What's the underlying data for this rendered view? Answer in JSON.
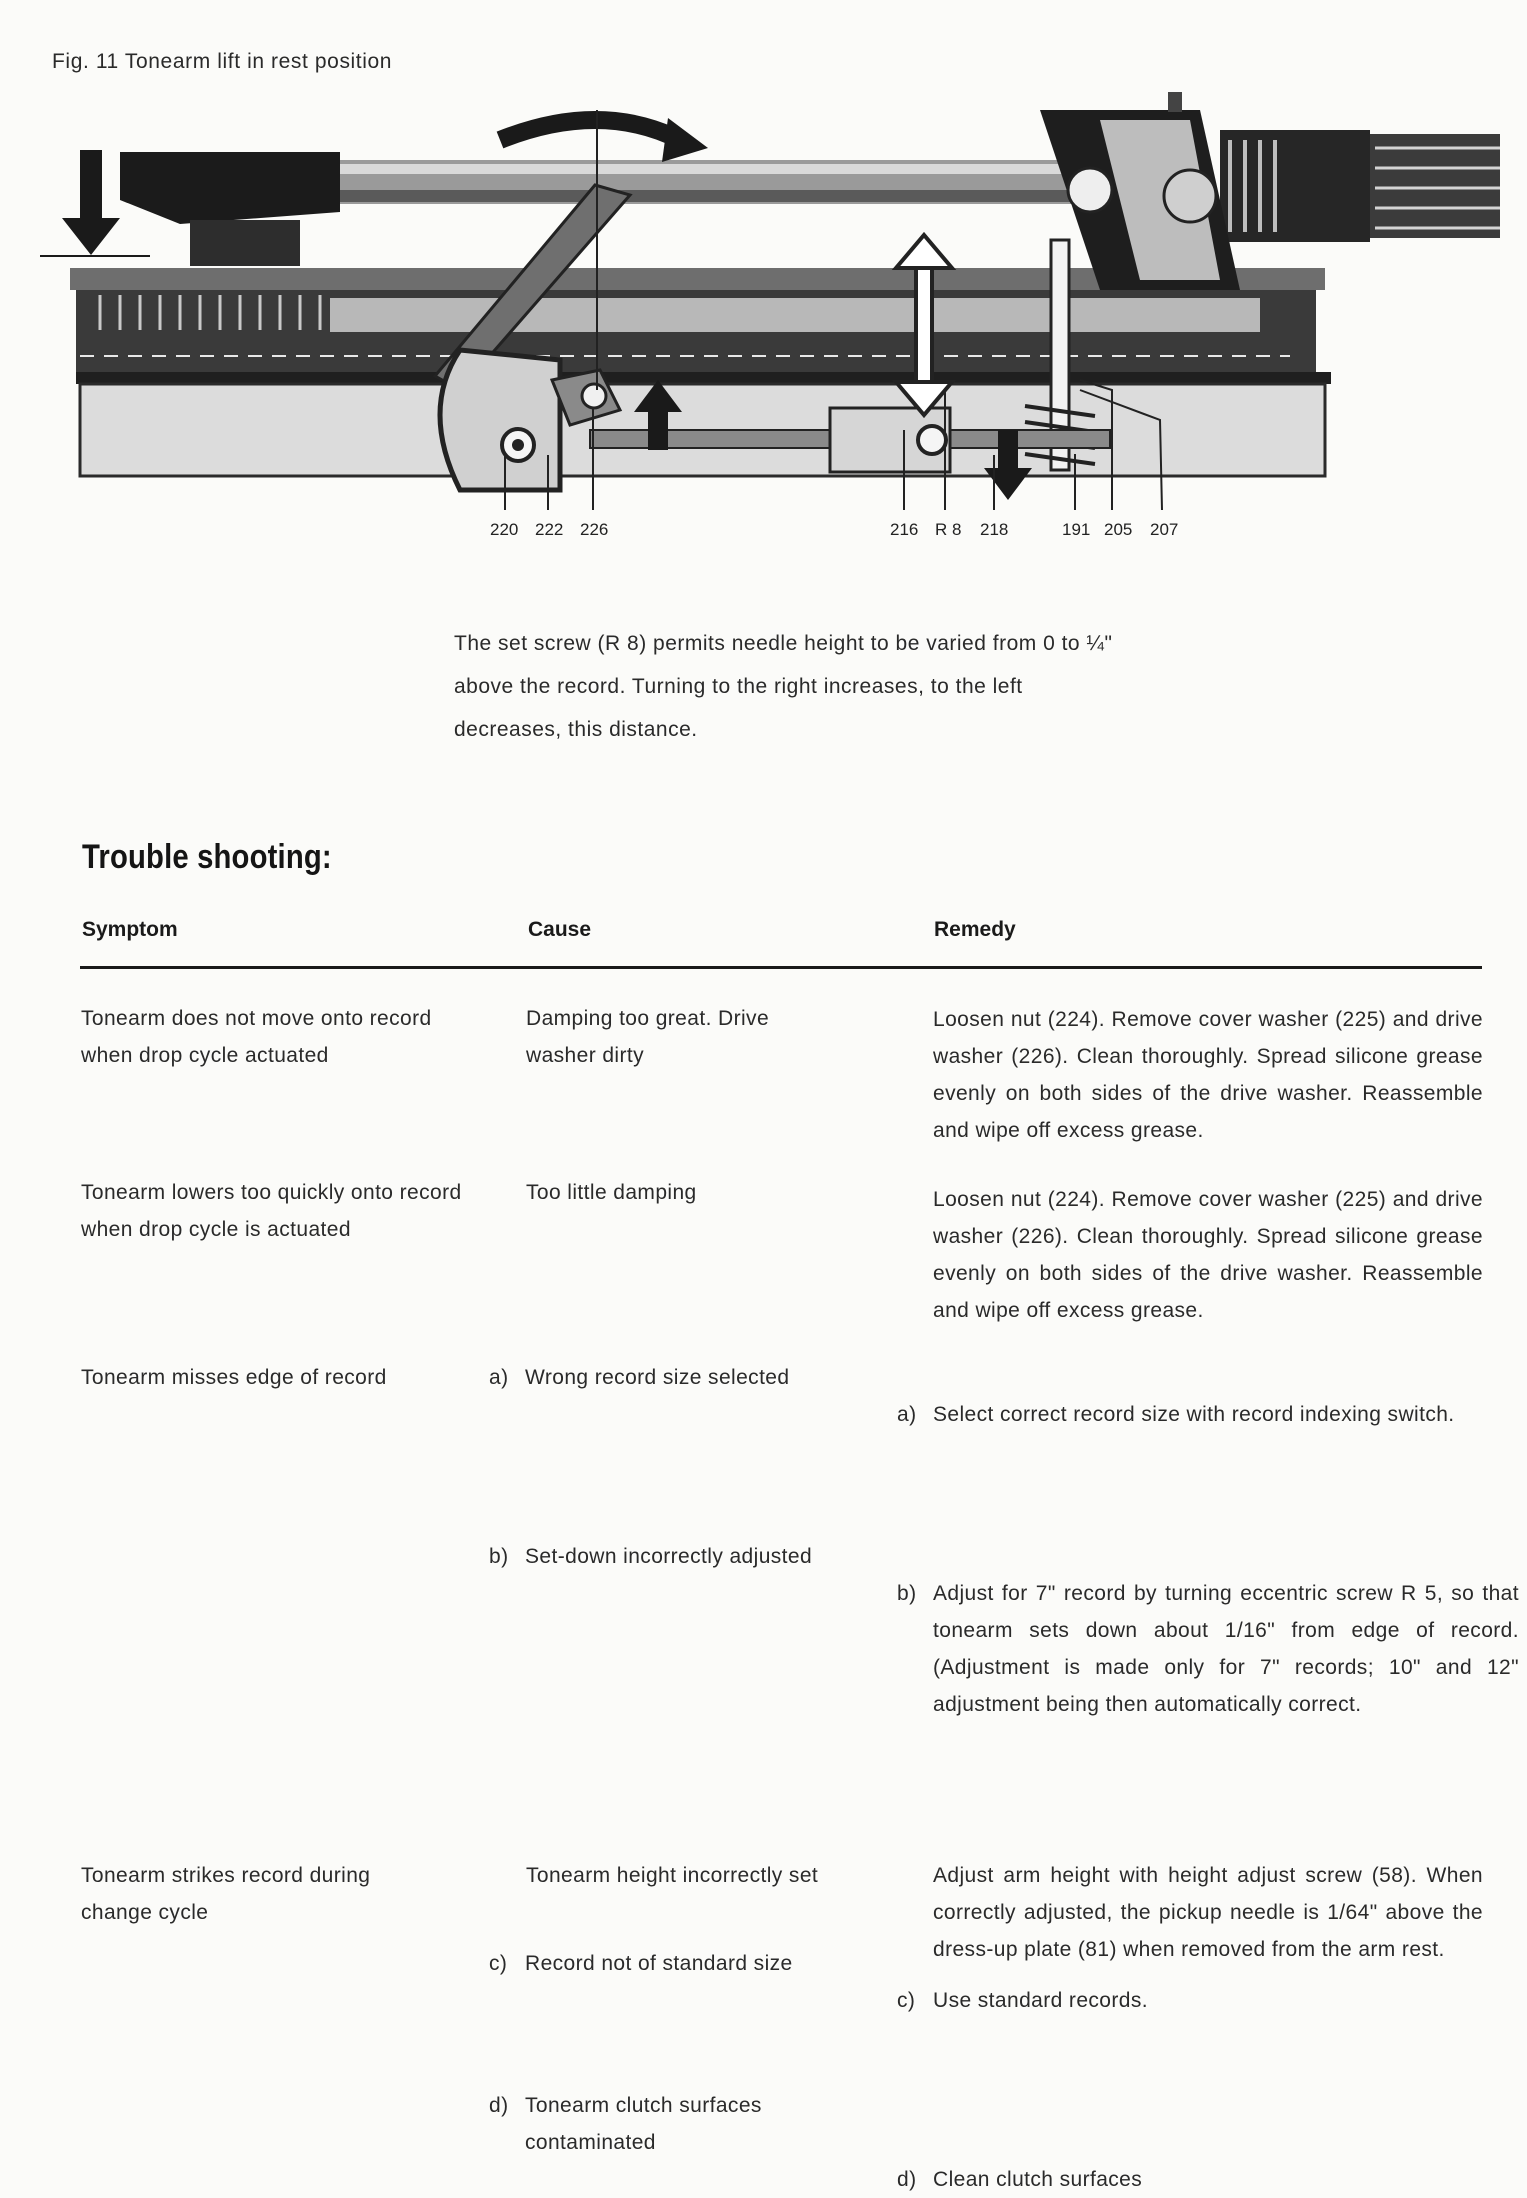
{
  "figure": {
    "caption": "Fig. 11   Tonearm lift in rest position",
    "callouts": [
      "220",
      "222",
      "226",
      "216",
      "R 8",
      "218",
      "191",
      "205",
      "207"
    ]
  },
  "figure_text": "The set screw (R 8) permits needle height to be varied from 0 to ¼\" above the record. Turning to the right increases, to the left decreases, this distance.",
  "troubleshooting": {
    "heading": "Trouble shooting:",
    "columns": {
      "symptom": "Symptom",
      "cause": "Cause",
      "remedy": "Remedy"
    },
    "rows": [
      {
        "symptom": "Tonearm does not move onto record when drop cycle actuated",
        "cause": "Damping too great. Drive washer dirty",
        "remedy": "Loosen nut (224). Remove cover washer (225) and drive washer (226). Clean thoroughly. Spread silicone grease evenly on both sides of the drive washer. Reassemble and wipe off excess grease."
      },
      {
        "symptom": "Tonearm lowers too quickly onto record when drop cycle is actuated",
        "cause": "Too little damping",
        "remedy": "Loosen nut (224). Remove cover washer (225) and drive washer (226). Clean thoroughly. Spread silicone grease evenly on both sides of the drive washer. Reassemble and wipe off excess grease."
      },
      {
        "symptom": "Tonearm misses edge of record",
        "items": [
          {
            "marker": "a)",
            "cause": "Wrong record size selected",
            "remedy": "Select correct record size with record indexing switch."
          },
          {
            "marker": "b)",
            "cause": "Set-down incorrectly adjusted",
            "remedy": "Adjust for 7\" record by turning eccentric screw R 5, so that tonearm sets down about 1/16\" from edge of record. (Adjustment is made only for 7\" records; 10\" and 12\" adjustment being then automatically correct."
          },
          {
            "marker": "c)",
            "cause": "Record not of standard size",
            "remedy": "Use standard records."
          },
          {
            "marker": "d)",
            "cause": "Tonearm clutch surfaces contaminated",
            "remedy": "Clean clutch surfaces"
          }
        ]
      },
      {
        "symptom": "Tonearm strikes record during change cycle",
        "cause": "Tonearm height incorrectly set",
        "remedy": "Adjust arm height with height adjust screw (58). When correctly adjusted, the pickup needle is 1/64\" above the dress-up plate (81) when removed from the arm rest."
      }
    ]
  }
}
